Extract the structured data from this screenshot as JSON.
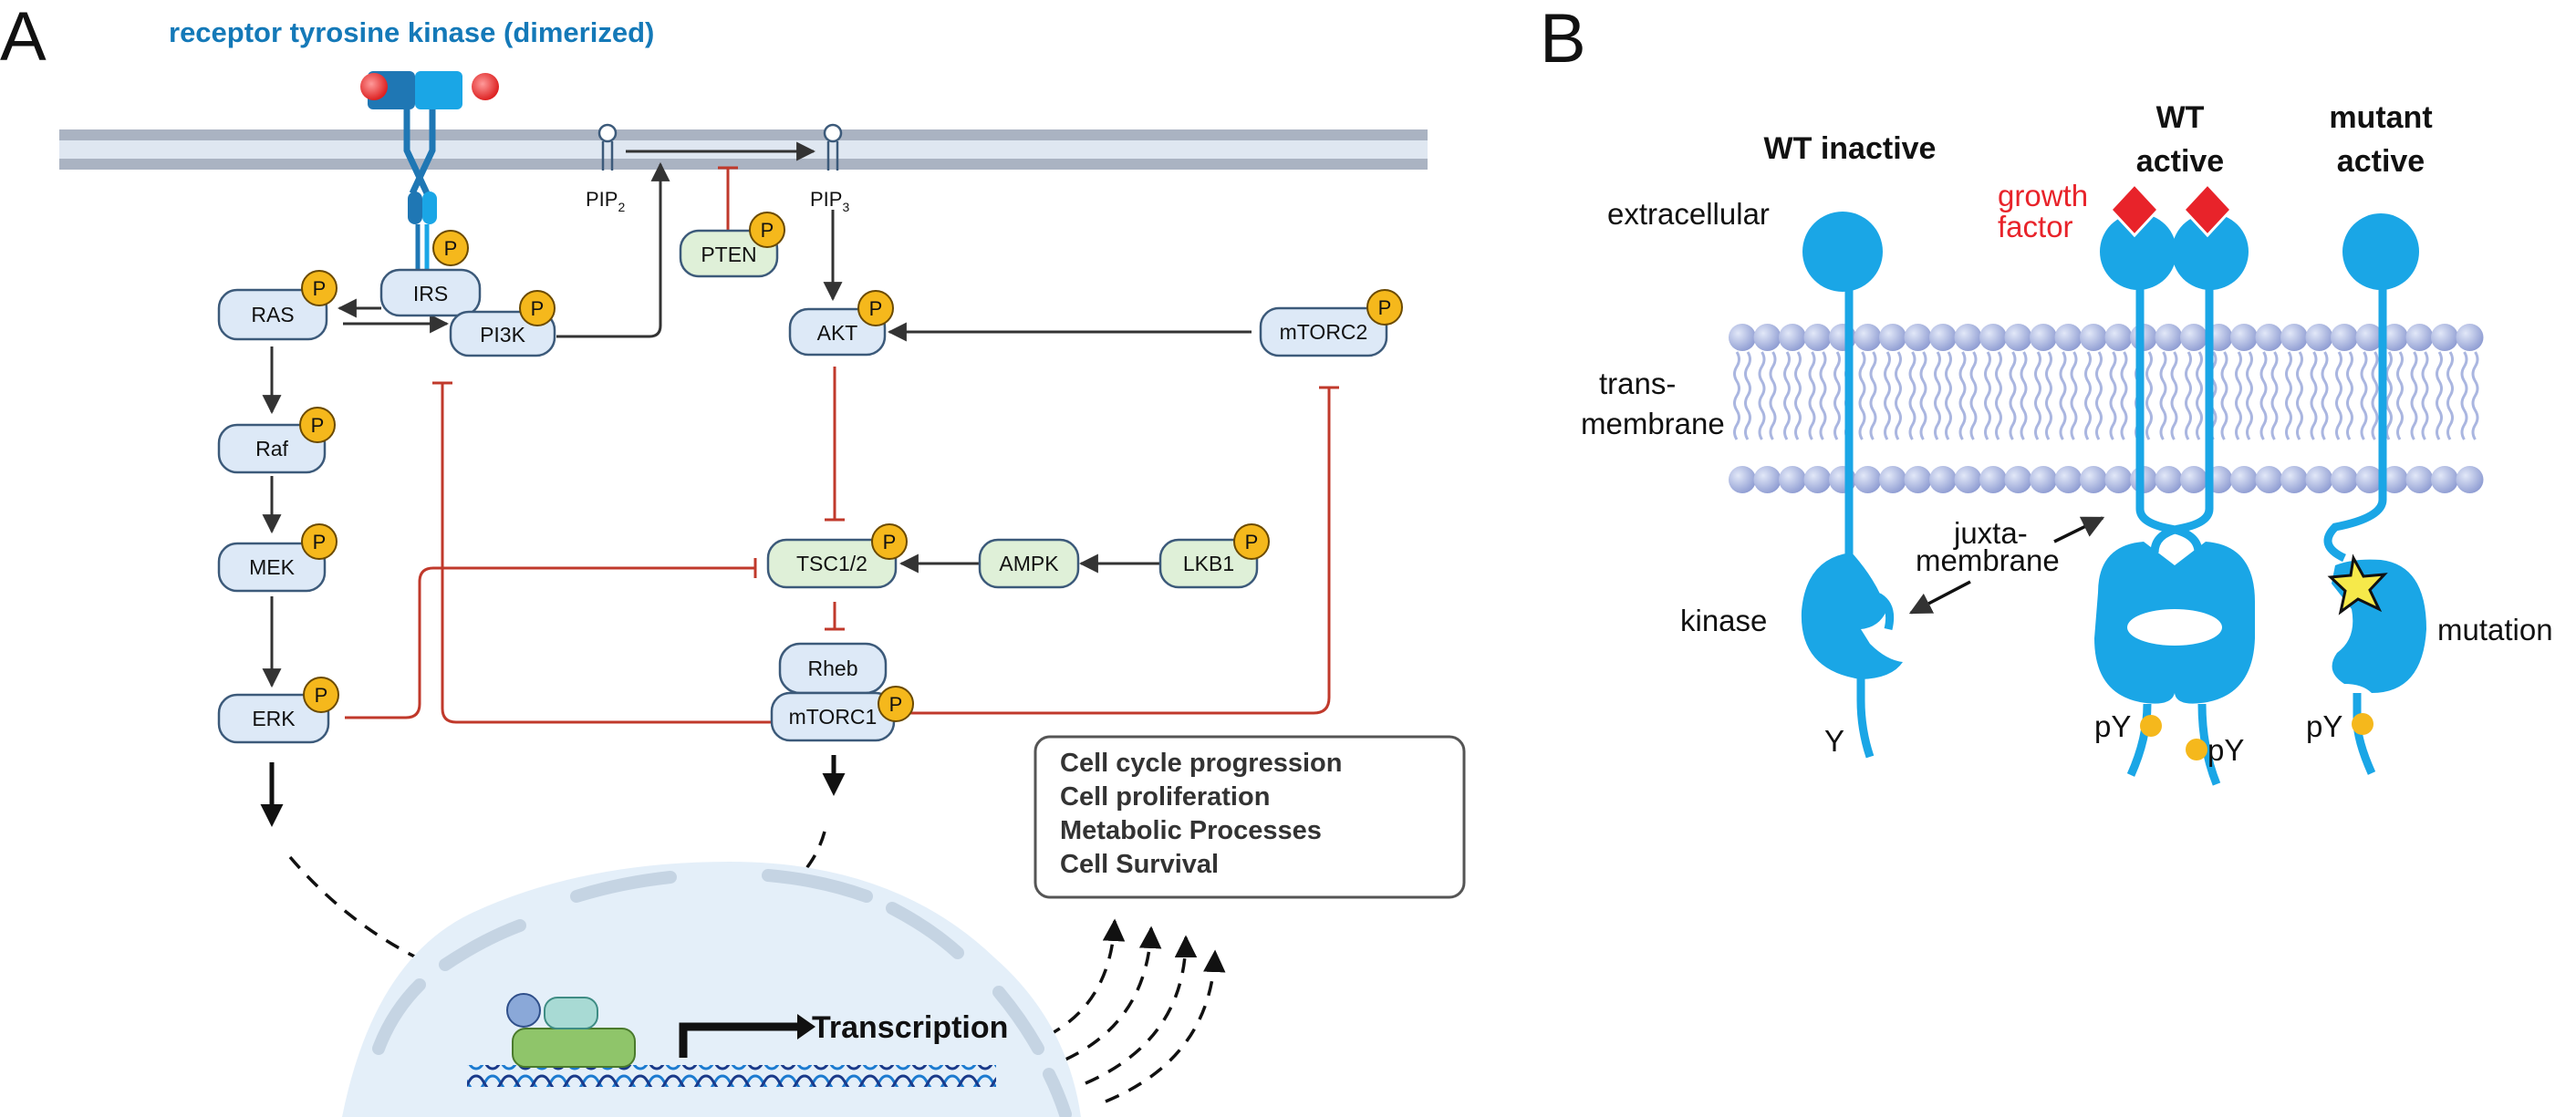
{
  "panel_a": {
    "letter": "A",
    "receptor_title": "receptor tyrosine kinase (dimerized)",
    "pip2_base": "PIP",
    "pip2_sub": "2",
    "pip3_base": "PIP",
    "pip3_sub": "3",
    "nodes": {
      "irs": "IRS",
      "ras": "RAS",
      "pi3k": "PI3K",
      "pten": "PTEN",
      "akt": "AKT",
      "mtorc2": "mTORC2",
      "raf": "Raf",
      "mek": "MEK",
      "erk": "ERK",
      "tsc": "TSC1/2",
      "ampk": "AMPK",
      "lkb1": "LKB1",
      "rheb": "Rheb",
      "mtorc1": "mTORC1"
    },
    "phospho_label": "P",
    "outcomes": [
      "Cell cycle progression",
      "Cell proliferation",
      "Metabolic Processes",
      "Cell Survival"
    ],
    "transcription": "Transcription"
  },
  "panel_b": {
    "letter": "B",
    "headers": {
      "wt_inactive": "WT inactive",
      "wt_active_1": "WT",
      "wt_active_2": "active",
      "mutant_1": "mutant",
      "mutant_2": "active"
    },
    "labels": {
      "extracellular": "extracellular",
      "trans_1": "trans-",
      "trans_2": "membrane",
      "juxta_1": "juxta-",
      "juxta_2": "membrane",
      "kinase": "kinase",
      "mutation": "mutation",
      "growth_1": "growth",
      "growth_2": "factor",
      "y": "Y",
      "py": "pY"
    }
  },
  "colors": {
    "receptor_blue": "#1aa6e6",
    "node_fill": "#dde9f7",
    "node_green_fill": "#dff0d8",
    "node_stroke": "#3c5a7a",
    "phospho": "#f5b81c",
    "inhibit_red": "#c0392b",
    "growth_factor_red": "#e8232a",
    "header_blue": "#1479b8",
    "lipid_head": "#aab6e0"
  }
}
